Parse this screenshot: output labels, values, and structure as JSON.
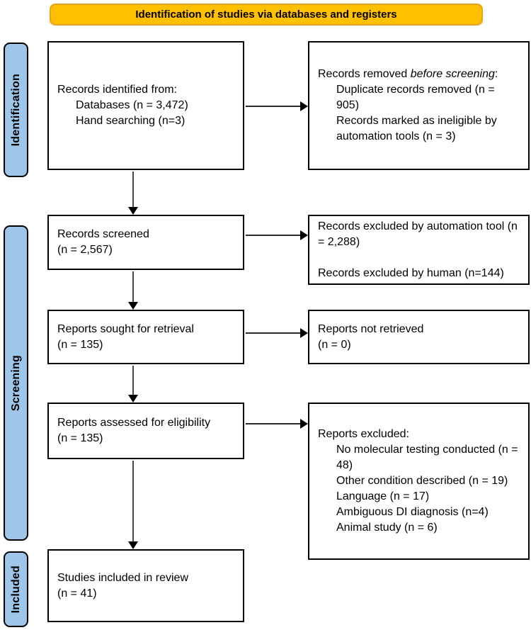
{
  "banner": {
    "title": "Identification of studies via databases and registers"
  },
  "sidebar": {
    "identification": "Identification",
    "screening": "Screening",
    "included": "Included"
  },
  "boxes": {
    "records_identified": {
      "title": "Records identified from:",
      "items": [
        "Databases (n = 3,472)",
        "Hand searching (n=3)"
      ]
    },
    "records_removed": {
      "title_prefix": "Records removed ",
      "title_italic": "before screening",
      "title_suffix": ":",
      "items": [
        "Duplicate records removed (n = 905)",
        "Records marked as ineligible by automation tools (n = 3)"
      ]
    },
    "records_screened": {
      "line1": "Records screened",
      "line2": "(n = 2,567)"
    },
    "records_excluded": {
      "line1": "Records excluded by automation tool (n = 2,288)",
      "line2": "Records excluded by human (n=144)"
    },
    "reports_sought": {
      "line1": "Reports sought for retrieval",
      "line2": "(n = 135)"
    },
    "reports_not_retrieved": {
      "line1": "Reports not retrieved",
      "line2": "(n = 0)"
    },
    "reports_assessed": {
      "line1": "Reports assessed for eligibility",
      "line2": "(n = 135)"
    },
    "reports_excluded": {
      "title": "Reports excluded:",
      "items": [
        "No molecular testing conducted (n = 48)",
        "Other condition described (n = 19)",
        "Language (n = 17)",
        "Ambiguous DI diagnosis (n=4)",
        "Animal study (n = 6)"
      ]
    },
    "studies_included": {
      "line1": "Studies included in review",
      "line2": "(n = 41)"
    }
  },
  "colors": {
    "banner_fill": "#FFC000",
    "banner_border": "#E9A21B",
    "stage_fill": "#9FC5E8",
    "box_border": "#000000"
  }
}
